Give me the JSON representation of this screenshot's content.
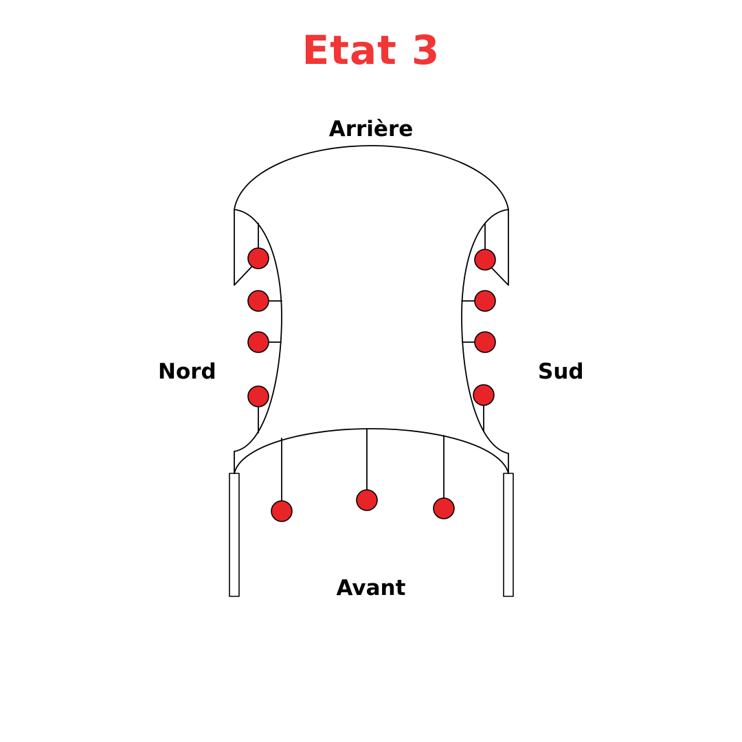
{
  "title": "Etat 3",
  "labels": {
    "back": "Arrière",
    "front": "Avant",
    "north": "Nord",
    "south": "Sud"
  },
  "colors": {
    "title": "#f23535",
    "marker_fill": "#e82429",
    "outline": "#000000",
    "background": "#ffffff"
  },
  "markers": {
    "north_side": 4,
    "south_side": 4,
    "front_side": 3
  }
}
